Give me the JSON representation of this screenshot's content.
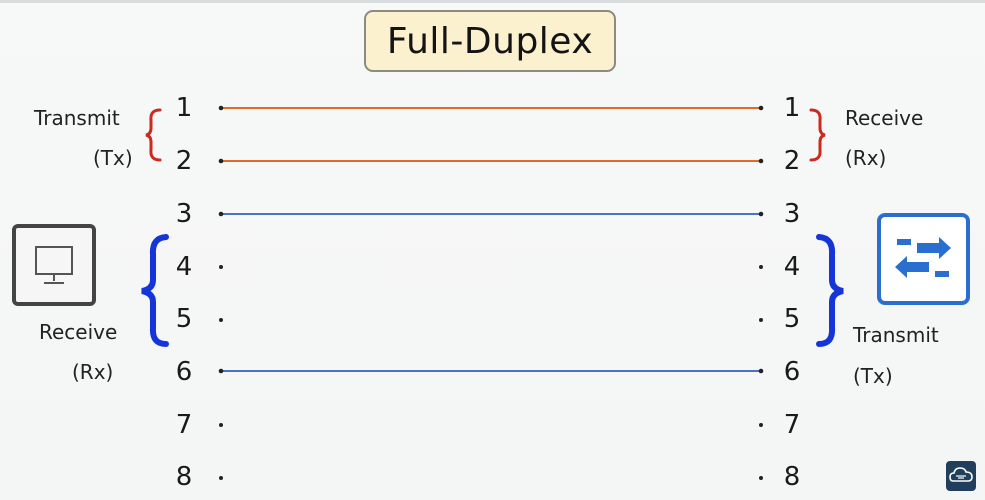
{
  "title": "Full-Duplex",
  "left": {
    "top_group": {
      "label": "Transmit",
      "sub": "(Tx)"
    },
    "bottom_group": {
      "label": "Receive",
      "sub": "(Rx)"
    },
    "device_icon": "monitor-icon"
  },
  "right": {
    "top_group": {
      "label": "Receive",
      "sub": "(Rx)"
    },
    "bottom_group": {
      "label": "Transmit",
      "sub": "(Tx)"
    },
    "device_icon": "switch-arrows-icon"
  },
  "pins": [
    "1",
    "2",
    "3",
    "4",
    "5",
    "6",
    "7",
    "8"
  ],
  "colors": {
    "orange_wire": "#e06a2c",
    "blue_wire": "#4a72c8",
    "red_brace": "#cc2a1e",
    "blue_brace": "#1535d8",
    "switch_blue": "#2a6fd0"
  },
  "corner_logo_icon": "cloud-network-icon"
}
